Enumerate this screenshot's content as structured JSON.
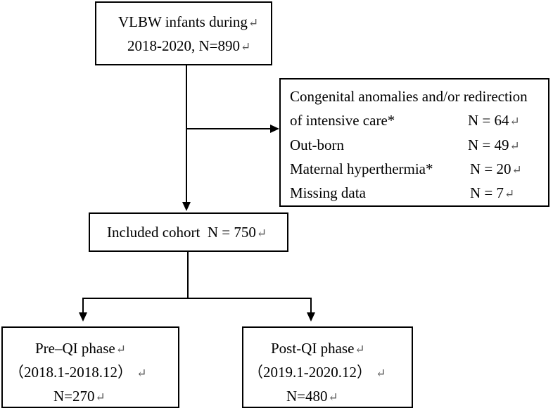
{
  "return_mark": "↵",
  "top_box": {
    "line1": "VLBW infants during",
    "line2": "2018-2020, N=890"
  },
  "exclusion_box": {
    "heading": "Congenital anomalies and/or redirection",
    "rows": [
      {
        "label": "of intensive care*",
        "count": "N = 64"
      },
      {
        "label": "Out-born",
        "count": "N = 49"
      },
      {
        "label": "Maternal hyperthermia*",
        "count": "N = 20"
      },
      {
        "label": "Missing data",
        "count": "N = 7"
      }
    ]
  },
  "included_box": {
    "label": "Included cohort",
    "count": "N = 750"
  },
  "pre_box": {
    "line1": "Pre–QI phase",
    "line2": "（2018.1-2018.12）",
    "line3": "N=270"
  },
  "post_box": {
    "line1": "Post-QI phase",
    "line2": "（2019.1-2020.12）",
    "line3": "N=480"
  }
}
